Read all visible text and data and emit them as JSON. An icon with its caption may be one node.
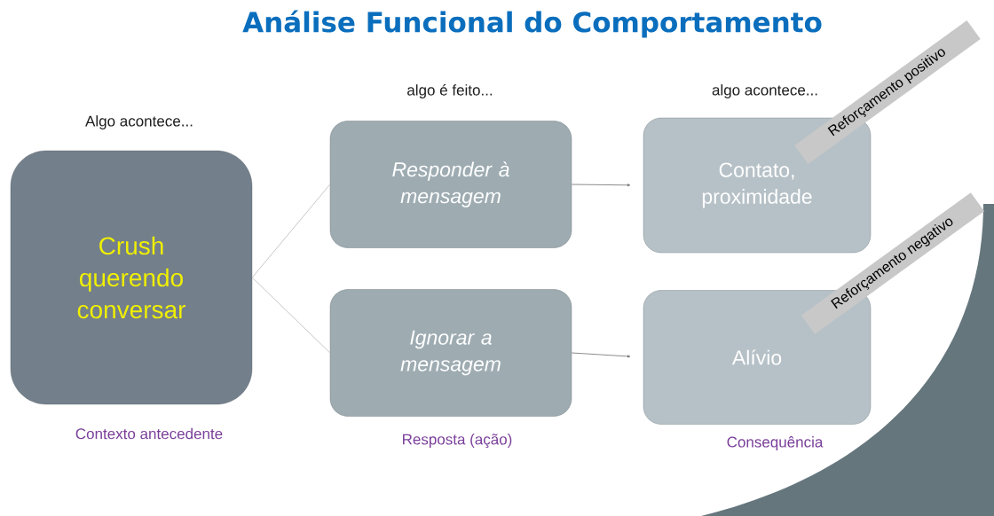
{
  "diagram": {
    "title": "Análise Funcional do Comportamento",
    "nodes": [
      {
        "text": [
          "Crush querendo conversar"
        ]
      },
      {
        "text": [
          "Responder à mensagem"
        ]
      },
      {
        "text": [
          "Contato, proximidade"
        ]
      },
      {
        "text": [
          "Ignorar a mensagem"
        ]
      },
      {
        "text": [
          "Alívio"
        ]
      },
      {
        "text": [
          "Reforçamento positivo"
        ]
      },
      {
        "text": [
          "Reforçamento negativo"
        ]
      }
    ],
    "edges": [
      {
        "from": 0,
        "to": 1,
        "arrow": "none"
      },
      {
        "from": 0,
        "to": 3,
        "arrow": "none"
      },
      {
        "from": 1,
        "to": 2,
        "arrow": "to"
      },
      {
        "from": 3,
        "to": 4,
        "arrow": "to"
      }
    ],
    "labels": [
      "algo é feito...",
      "algo acontece...",
      "Algo acontece...",
      "Contexto antecedente",
      "Resposta (ação)",
      "Consequência"
    ]
  }
}
